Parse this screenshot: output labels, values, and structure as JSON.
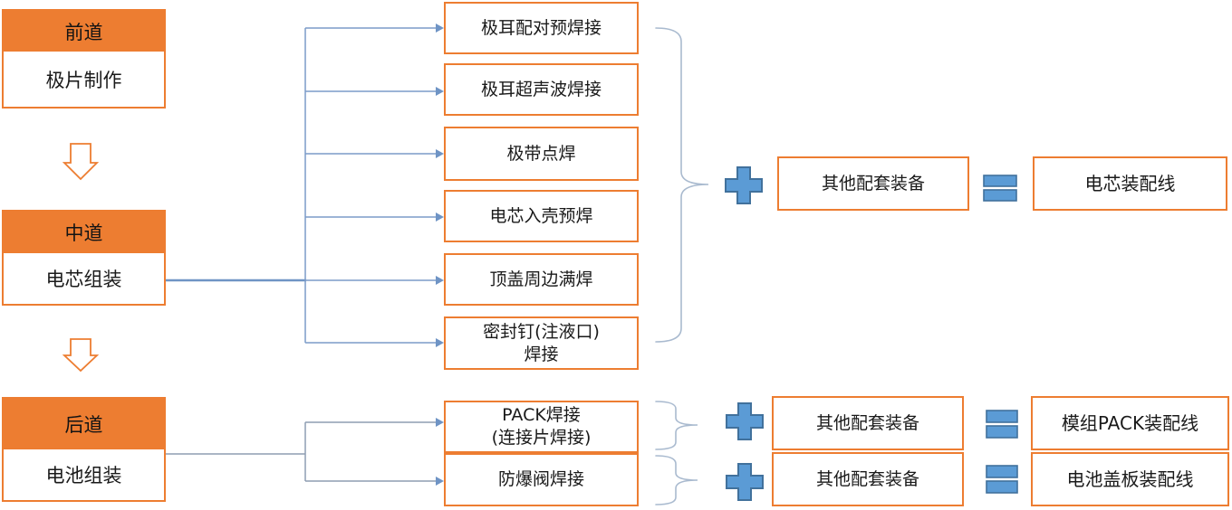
{
  "stages": [
    {
      "header": "前道",
      "body": "极片制作"
    },
    {
      "header": "中道",
      "body": "电芯组装"
    },
    {
      "header": "后道",
      "body": "电池组装"
    }
  ],
  "cell_processes": [
    {
      "label": "极耳配对预焊接"
    },
    {
      "label": "极耳超声波焊接"
    },
    {
      "label": "极带点焊"
    },
    {
      "label": "电芯入壳预焊"
    },
    {
      "label": "顶盖周边满焊"
    },
    {
      "label": "密封钉(注液口)",
      "label2": "焊接"
    }
  ],
  "pack_processes": [
    {
      "label": "PACK焊接",
      "label2": "(连接片焊接)"
    },
    {
      "label": "防爆阀焊接"
    }
  ],
  "combine_rows": [
    {
      "equipment": "其他配套装备",
      "result": "电芯装配线"
    },
    {
      "equipment": "其他配套装备",
      "result": "模组PACK装配线"
    },
    {
      "equipment": "其他配套装备",
      "result": "电池盖板装配线"
    }
  ],
  "icons": {
    "plus": "plus-icon",
    "equals": "equals-icon",
    "down_arrow": "down-arrow-icon",
    "brace": "curly-brace-icon",
    "arrow": "arrowhead-icon"
  },
  "colors": {
    "orange": "#ED7D31",
    "icon_blue_fill": "#5B9BD5",
    "icon_blue_border": "#41719C",
    "connector_blue": "#7C9CC9",
    "connector_trunk_blue": "#6F94C5",
    "connector_gray": "#8E9DB2",
    "brace": "#A9BACF",
    "text": "#1A1A1A"
  }
}
